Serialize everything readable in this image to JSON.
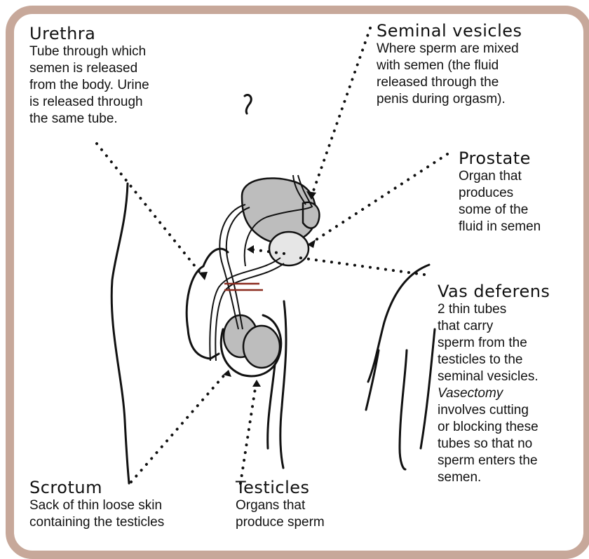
{
  "colors": {
    "frame_border": "#c7a89a",
    "organ_fill": "#bdbdbd",
    "organ_fill_light": "#e6e6e6",
    "cut_marks": "#8b2a1e",
    "line": "#111111"
  },
  "labels": {
    "urethra": {
      "title": "Urethra",
      "lines": [
        "Tube through which",
        "semen is released",
        "from the body. Urine",
        "is released through",
        "the same tube."
      ]
    },
    "seminal_vesicles": {
      "title": "Seminal vesicles",
      "lines": [
        "Where sperm are mixed",
        "with semen (the fluid",
        "released through the",
        "penis during orgasm)."
      ]
    },
    "prostate": {
      "title": "Prostate",
      "lines": [
        "Organ that",
        "produces",
        "some of the",
        "fluid in semen"
      ]
    },
    "vas_deferens": {
      "title": "Vas deferens",
      "lines": [
        "2 thin tubes",
        "that carry",
        "sperm from the",
        "testicles to the",
        "seminal vesicles."
      ],
      "italic_line": "Vasectomy",
      "tail_lines": [
        "involves cutting",
        "or blocking these",
        "tubes so that no",
        "sperm enters the",
        "semen."
      ]
    },
    "scrotum": {
      "title": "Scrotum",
      "lines": [
        "Sack of thin loose skin",
        "containing the testicles"
      ]
    },
    "testicles": {
      "title": "Testicles",
      "lines": [
        "Organs that",
        "produce sperm"
      ]
    }
  }
}
